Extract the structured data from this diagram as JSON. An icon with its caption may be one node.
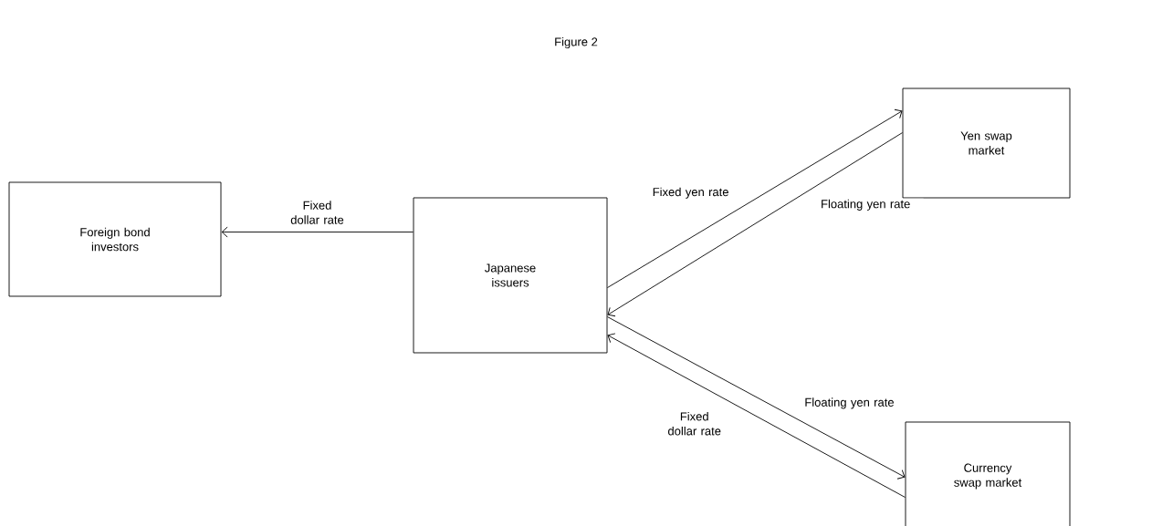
{
  "diagram": {
    "title": "Figure 2",
    "nodes": [
      {
        "text": [
          "Foreign bond investors"
        ]
      },
      {
        "text": [
          "Japanese issuers"
        ]
      },
      {
        "text": [
          "Yen swap market"
        ]
      },
      {
        "text": [
          "Currency swap market"
        ]
      }
    ],
    "edges": [
      {
        "from": 1,
        "to": 0,
        "arrow": "to",
        "label": "Fixed dollar rate"
      },
      {
        "from": 1,
        "to": 2,
        "arrow": "to",
        "label": "Fixed yen rate"
      },
      {
        "from": 2,
        "to": 1,
        "arrow": "to",
        "label": "Floating yen rate"
      },
      {
        "from": 1,
        "to": 3,
        "arrow": "to",
        "label": "Floating yen rate"
      },
      {
        "from": 3,
        "to": 1,
        "arrow": "to",
        "label": "Fixed dollar rate"
      }
    ]
  }
}
